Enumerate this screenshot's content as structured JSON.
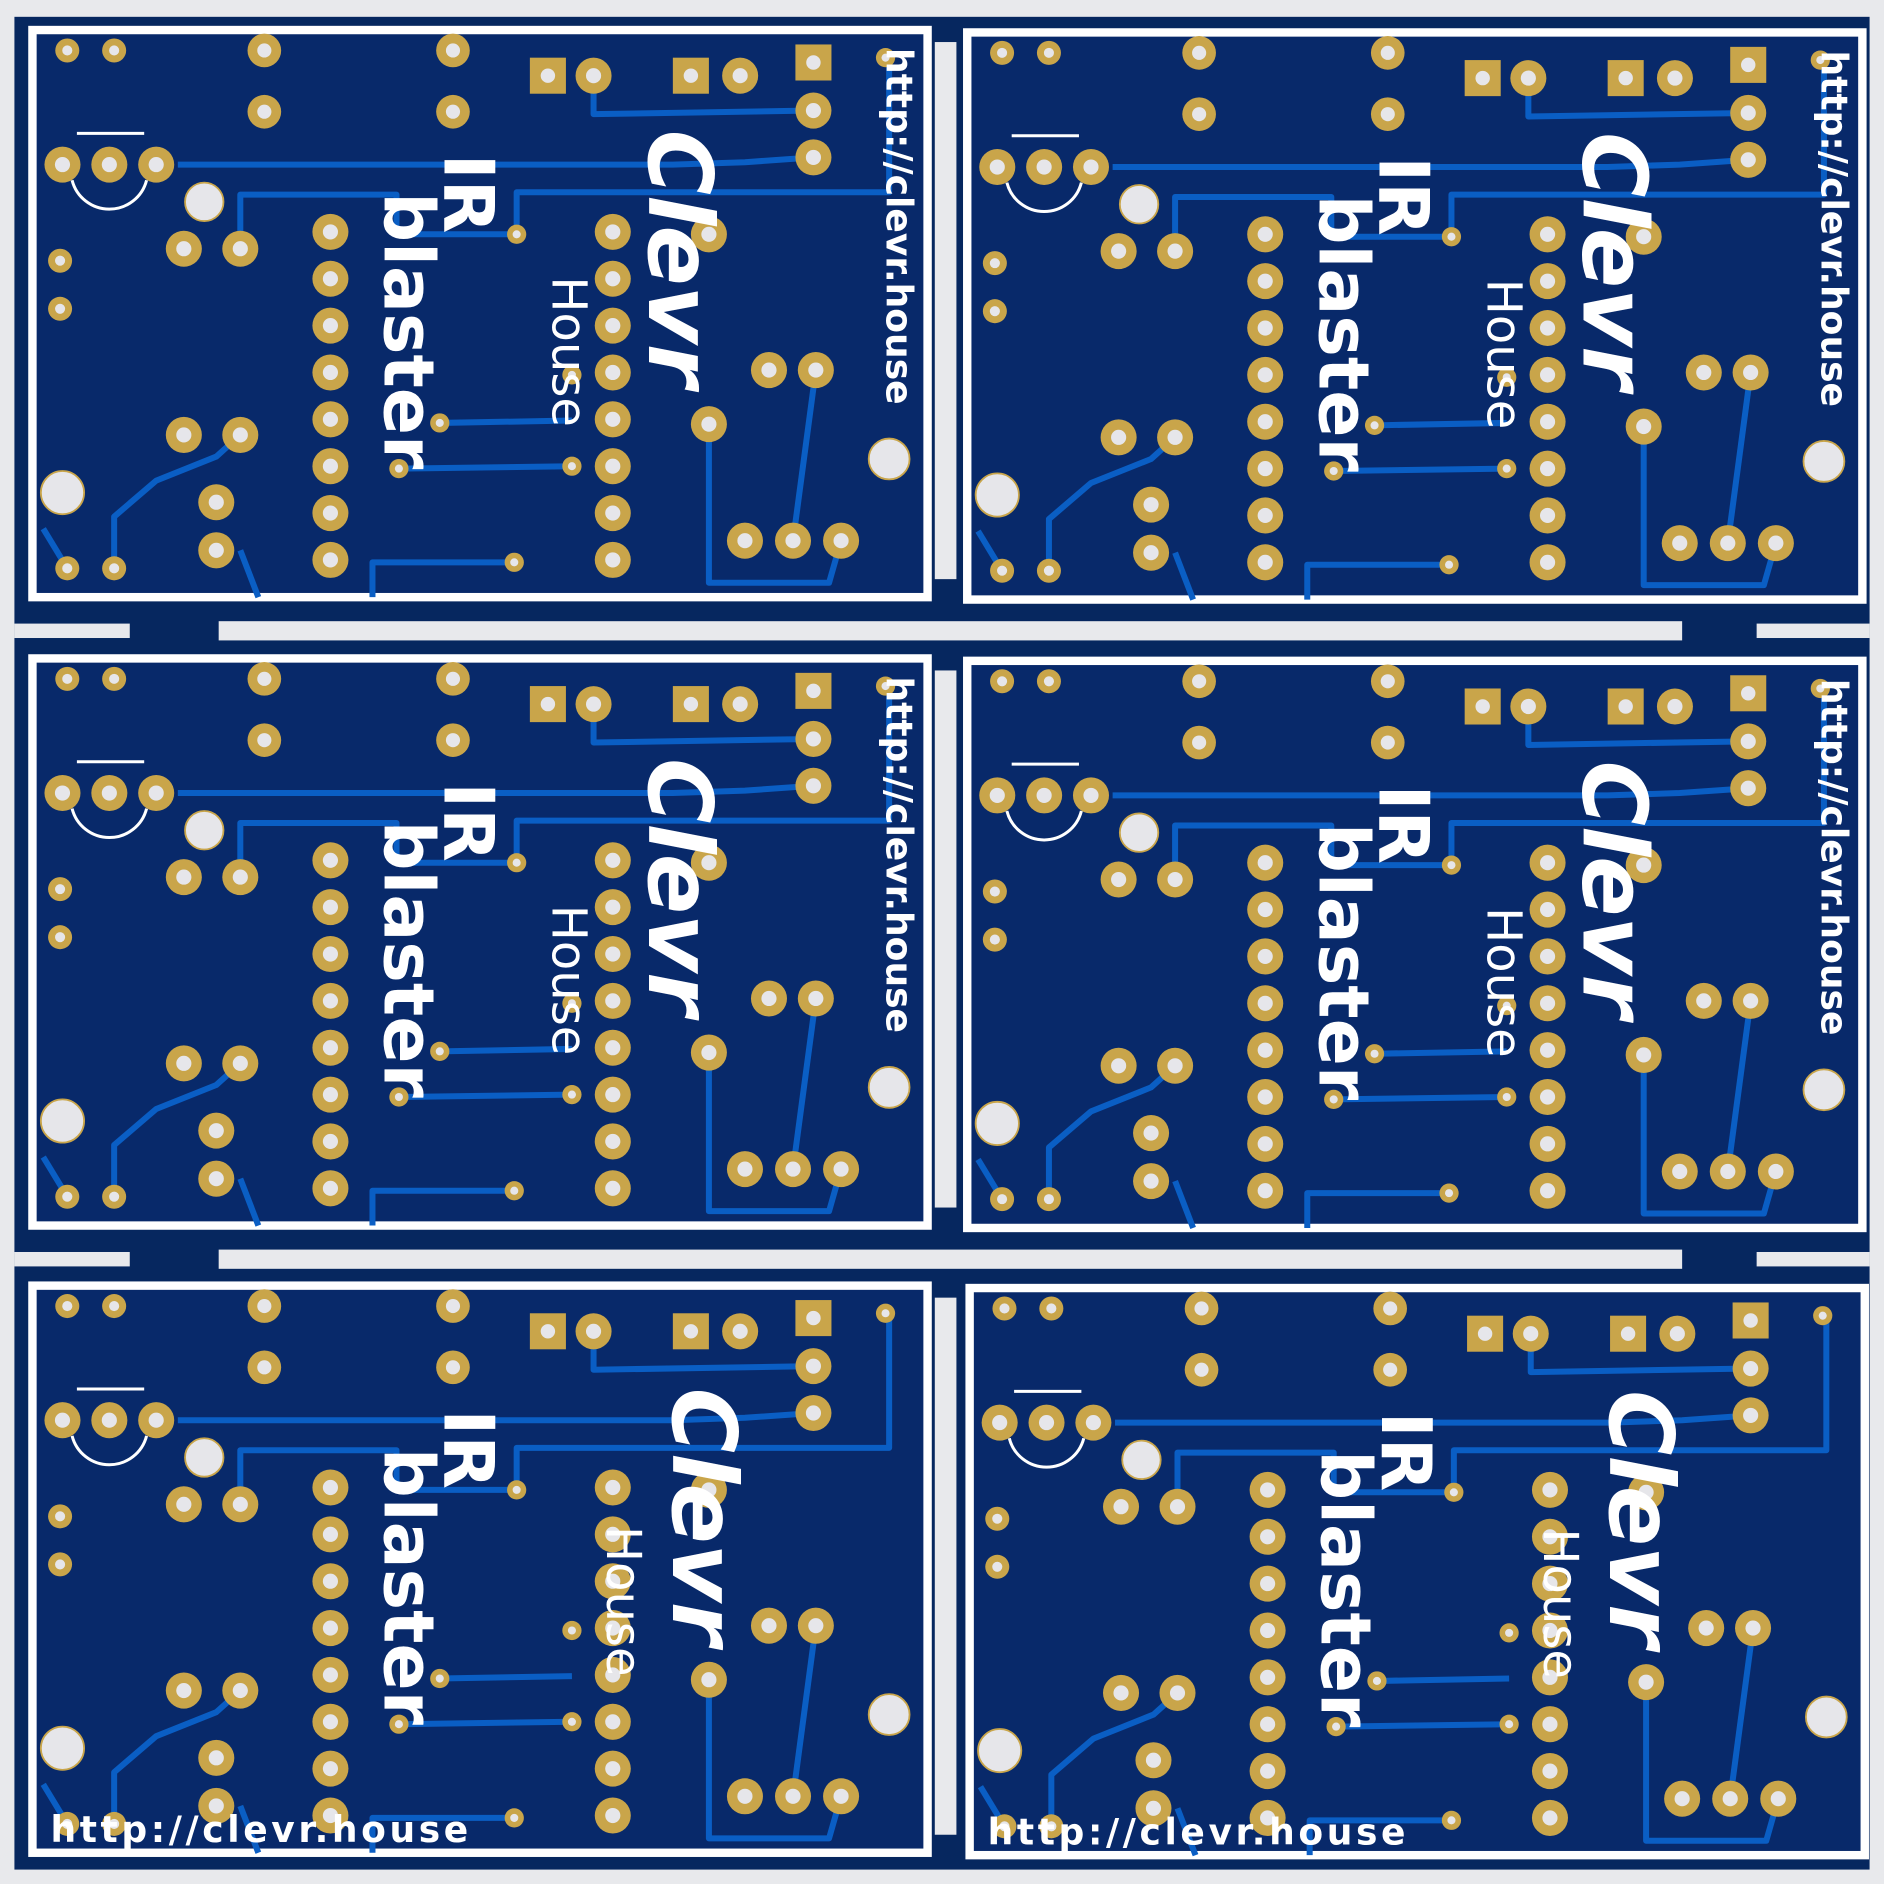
{
  "panel": {
    "colors": {
      "background": "#e8e9ec",
      "substrate": "#06275f",
      "board": "#08296a",
      "copper": "#c9a54a",
      "trace": "#0a5ec4",
      "silk": "#ffffff",
      "hole": "#e6e6ea"
    },
    "boards": [
      {
        "title": "IR",
        "subtitle": "blaster",
        "brand": "Clevr",
        "brand_sub": "House",
        "url": "http://clevr.house"
      },
      {
        "title": "IR",
        "subtitle": "blaster",
        "brand": "Clevr",
        "brand_sub": "House",
        "url": "http://clevr.house"
      },
      {
        "title": "IR",
        "subtitle": "blaster",
        "brand": "Clevr",
        "brand_sub": "House",
        "url": "http://clevr.house"
      },
      {
        "title": "IR",
        "subtitle": "blaster",
        "brand": "Clevr",
        "brand_sub": "House",
        "url": "http://clevr.house"
      },
      {
        "title": "IR",
        "subtitle": "blaster",
        "brand": "Clevr",
        "brand_sub": "House",
        "url": "http://clevr.house"
      },
      {
        "title": "IR",
        "subtitle": "blaster",
        "brand": "Clevr",
        "brand_sub": "House",
        "url": "http://clevr.house"
      }
    ]
  }
}
